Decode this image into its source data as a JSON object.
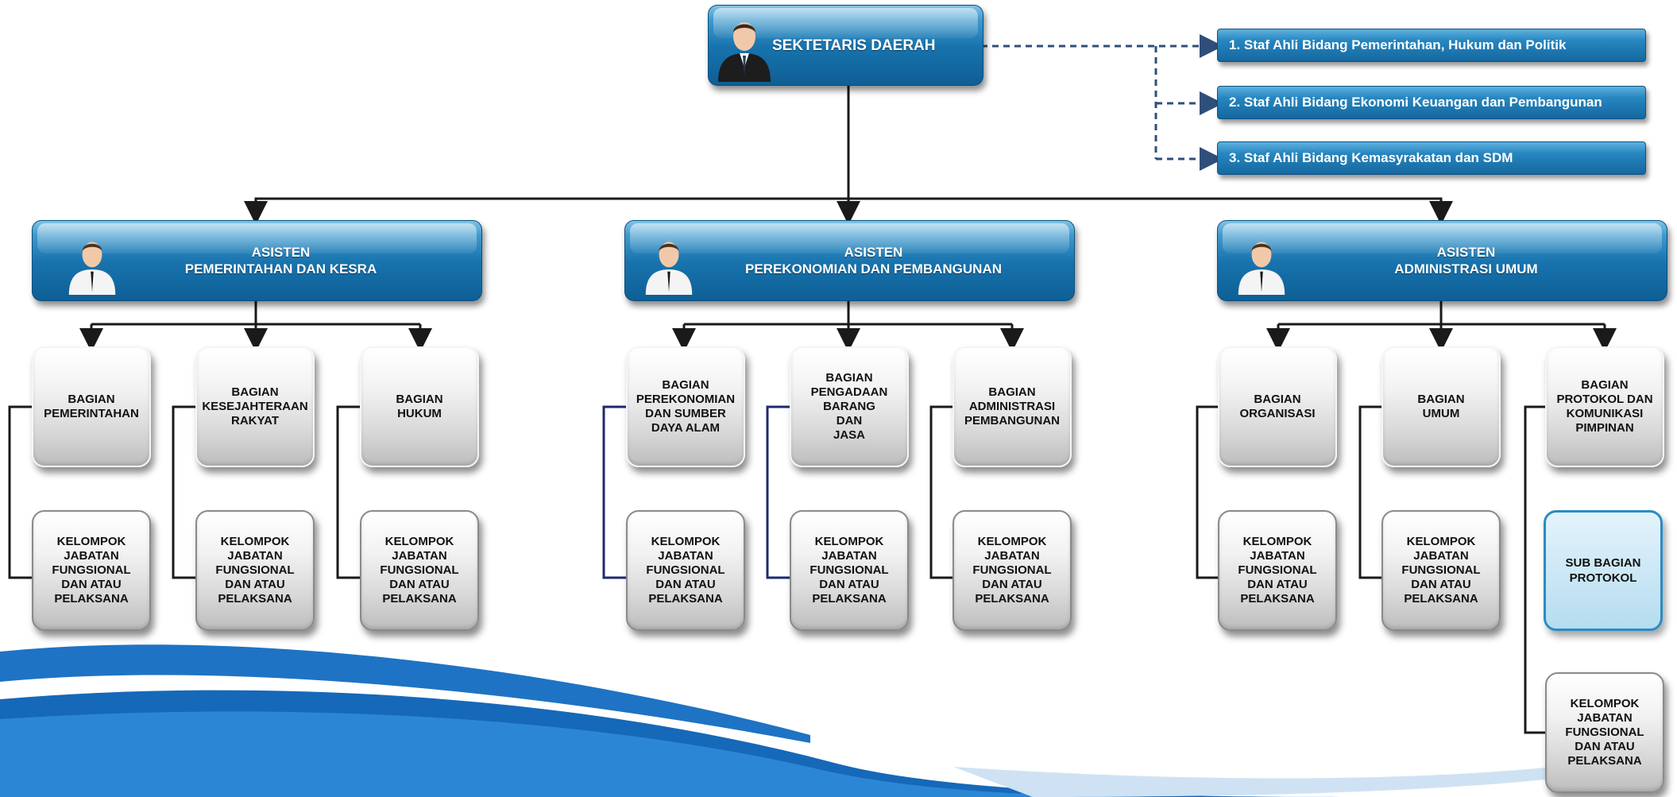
{
  "head": {
    "title": "SEKTETARIS DAERAH"
  },
  "staff": [
    {
      "label": "1. Staf Ahli Bidang Pemerintahan, Hukum dan Politik"
    },
    {
      "label": "2. Staf Ahli Bidang Ekonomi Keuangan dan Pembangunan"
    },
    {
      "label": "3. Staf Ahli Bidang Kemasyrakatan dan SDM"
    }
  ],
  "assistants": [
    {
      "line1": "ASISTEN",
      "line2": "PEMERINTAHAN DAN KESRA",
      "units": [
        {
          "name": [
            "BAGIAN",
            "PEMERINTAHAN"
          ],
          "group": [
            "KELOMPOK",
            "JABATAN",
            "FUNGSIONAL",
            "DAN ATAU",
            "PELAKSANA"
          ]
        },
        {
          "name": [
            "BAGIAN",
            "KESEJAHTERAAN",
            "RAKYAT"
          ],
          "group": [
            "KELOMPOK",
            "JABATAN",
            "FUNGSIONAL",
            "DAN ATAU",
            "PELAKSANA"
          ]
        },
        {
          "name": [
            "BAGIAN",
            "HUKUM"
          ],
          "group": [
            "KELOMPOK",
            "JABATAN",
            "FUNGSIONAL",
            "DAN ATAU",
            "PELAKSANA"
          ]
        }
      ]
    },
    {
      "line1": "ASISTEN",
      "line2": "PEREKONOMIAN DAN PEMBANGUNAN",
      "units": [
        {
          "name": [
            "BAGIAN",
            "PEREKONOMIAN",
            "DAN SUMBER",
            "DAYA ALAM"
          ],
          "group": [
            "KELOMPOK",
            "JABATAN",
            "FUNGSIONAL",
            "DAN ATAU",
            "PELAKSANA"
          ]
        },
        {
          "name": [
            "BAGIAN",
            "PENGADAAN",
            "BARANG",
            "DAN",
            "JASA"
          ],
          "group": [
            "KELOMPOK",
            "JABATAN",
            "FUNGSIONAL",
            "DAN ATAU",
            "PELAKSANA"
          ]
        },
        {
          "name": [
            "BAGIAN",
            "ADMINISTRASI",
            "PEMBANGUNAN"
          ],
          "group": [
            "KELOMPOK",
            "JABATAN",
            "FUNGSIONAL",
            "DAN ATAU",
            "PELAKSANA"
          ]
        }
      ]
    },
    {
      "line1": "ASISTEN",
      "line2": "ADMINISTRASI UMUM",
      "units": [
        {
          "name": [
            "BAGIAN",
            "ORGANISASI"
          ],
          "group": [
            "KELOMPOK",
            "JABATAN",
            "FUNGSIONAL",
            "DAN ATAU",
            "PELAKSANA"
          ]
        },
        {
          "name": [
            "BAGIAN",
            "UMUM"
          ],
          "group": [
            "KELOMPOK",
            "JABATAN",
            "FUNGSIONAL",
            "DAN ATAU",
            "PELAKSANA"
          ]
        },
        {
          "name": [
            "BAGIAN",
            "PROTOKOL DAN",
            "KOMUNIKASI",
            "PIMPINAN"
          ],
          "sub": [
            "SUB BAGIAN",
            "PROTOKOL"
          ],
          "group": [
            "KELOMPOK",
            "JABATAN",
            "FUNGSIONAL",
            "DAN ATAU",
            "PELAKSANA"
          ]
        }
      ]
    }
  ],
  "colors": {
    "accent": "#1873ad",
    "accent_light": "#5fb1de",
    "swoosh_blue": "#1a6fc0",
    "connector": "#1a1a1a"
  }
}
